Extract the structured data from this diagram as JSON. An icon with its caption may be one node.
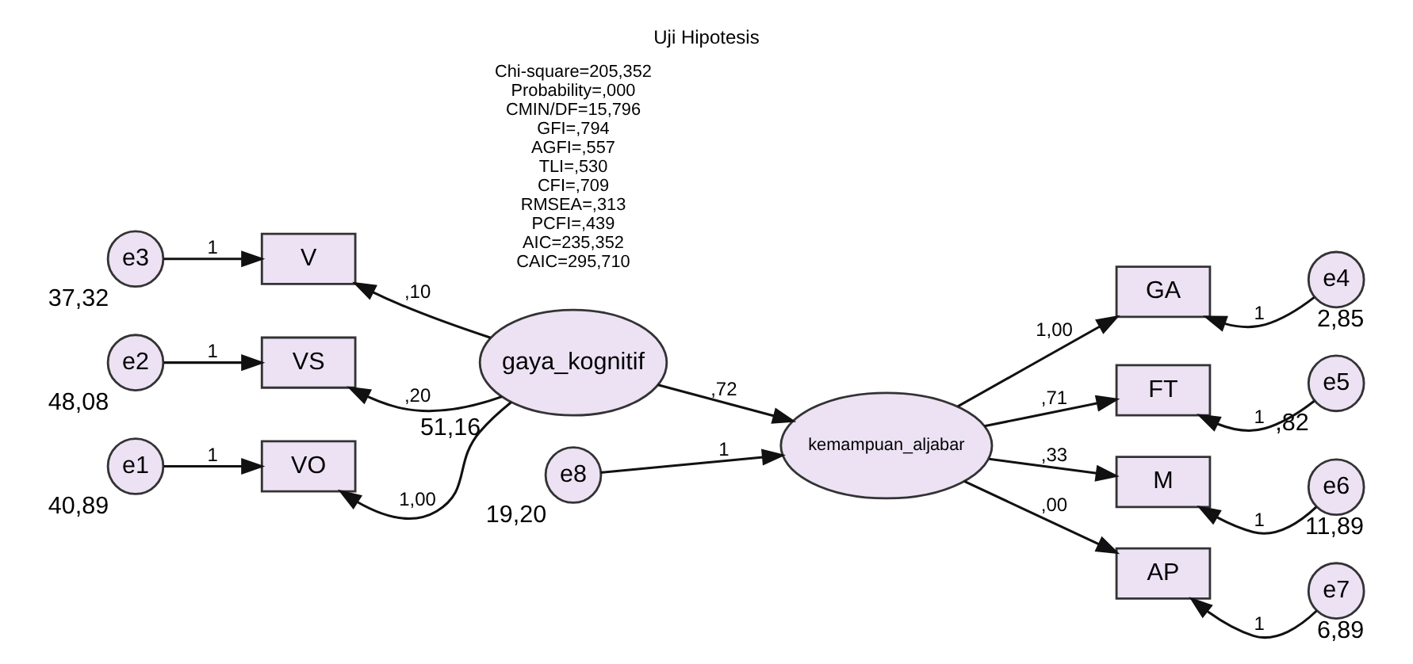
{
  "diagram": {
    "title": "Uji Hipotesis",
    "nodes": [
      {
        "text": [
          "e3"
        ],
        "beside": [
          "37,32"
        ]
      },
      {
        "text": [
          "V"
        ]
      },
      {
        "text": [
          "e2"
        ],
        "beside": [
          "48,08"
        ]
      },
      {
        "text": [
          "VS"
        ]
      },
      {
        "text": [
          "e1"
        ],
        "beside": [
          "40,89"
        ]
      },
      {
        "text": [
          "VO"
        ]
      },
      {
        "text": [
          "gaya_kognitif"
        ],
        "beside": [
          "51,16"
        ]
      },
      {
        "text": [
          "e8"
        ],
        "beside": [
          "19,20"
        ]
      },
      {
        "text": [
          "kemampuan_aljabar"
        ]
      },
      {
        "text": [
          "GA"
        ]
      },
      {
        "text": [
          "e4"
        ],
        "beside": [
          "2,85"
        ]
      },
      {
        "text": [
          "FT"
        ]
      },
      {
        "text": [
          "e5"
        ],
        "beside": [
          ",82"
        ]
      },
      {
        "text": [
          "M"
        ]
      },
      {
        "text": [
          "e6"
        ],
        "beside": [
          "11,89"
        ]
      },
      {
        "text": [
          "AP"
        ]
      },
      {
        "text": [
          "e7"
        ],
        "beside": [
          "6,89"
        ]
      }
    ],
    "edges": [
      {
        "from": 0,
        "to": 1,
        "arrow": "to",
        "label": "1"
      },
      {
        "from": 6,
        "to": 1,
        "arrow": "to",
        "label": ",10"
      },
      {
        "from": 2,
        "to": 3,
        "arrow": "to",
        "label": "1"
      },
      {
        "from": 6,
        "to": 3,
        "arrow": "to",
        "label": ",20"
      },
      {
        "from": 4,
        "to": 5,
        "arrow": "to",
        "label": "1"
      },
      {
        "from": 6,
        "to": 5,
        "arrow": "to",
        "label": "1,00"
      },
      {
        "from": 6,
        "to": 8,
        "arrow": "to",
        "label": ",72"
      },
      {
        "from": 7,
        "to": 8,
        "arrow": "to",
        "label": "1"
      },
      {
        "from": 8,
        "to": 9,
        "arrow": "to",
        "label": "1,00"
      },
      {
        "from": 8,
        "to": 11,
        "arrow": "to",
        "label": ",71"
      },
      {
        "from": 8,
        "to": 13,
        "arrow": "to",
        "label": ",33"
      },
      {
        "from": 8,
        "to": 15,
        "arrow": "to",
        "label": ",00"
      },
      {
        "from": 10,
        "to": 9,
        "arrow": "to",
        "label": "1"
      },
      {
        "from": 12,
        "to": 11,
        "arrow": "to",
        "label": "1"
      },
      {
        "from": 14,
        "to": 13,
        "arrow": "to",
        "label": "1"
      },
      {
        "from": 16,
        "to": 15,
        "arrow": "to",
        "label": "1"
      }
    ],
    "labels": [
      "Chi-square=205,352",
      "Probability=,000",
      "CMIN/DF=15,796",
      "GFI=,794",
      "AGFI=,557",
      "TLI=,530",
      "CFI=,709",
      "RMSEA=,313",
      "PCFI=,439",
      "AIC=235,352",
      "CAIC=295,710"
    ]
  }
}
